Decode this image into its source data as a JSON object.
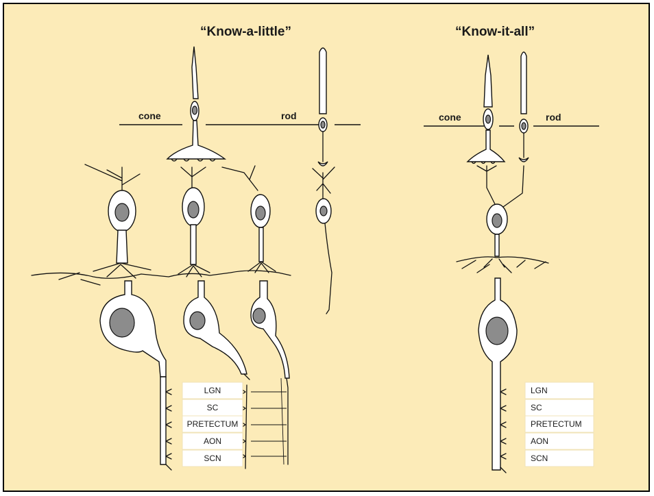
{
  "left_panel": {
    "title": "“Know-a-little”",
    "cone_label": "cone",
    "rod_label": "rod",
    "targets": [
      "LGN",
      "SC",
      "PRETECTUM",
      "AON",
      "SCN"
    ]
  },
  "right_panel": {
    "title": "“Know-it-all”",
    "cone_label": "cone",
    "rod_label": "rod",
    "targets": [
      "LGN",
      "SC",
      "PRETECTUM",
      "AON",
      "SCN"
    ]
  }
}
